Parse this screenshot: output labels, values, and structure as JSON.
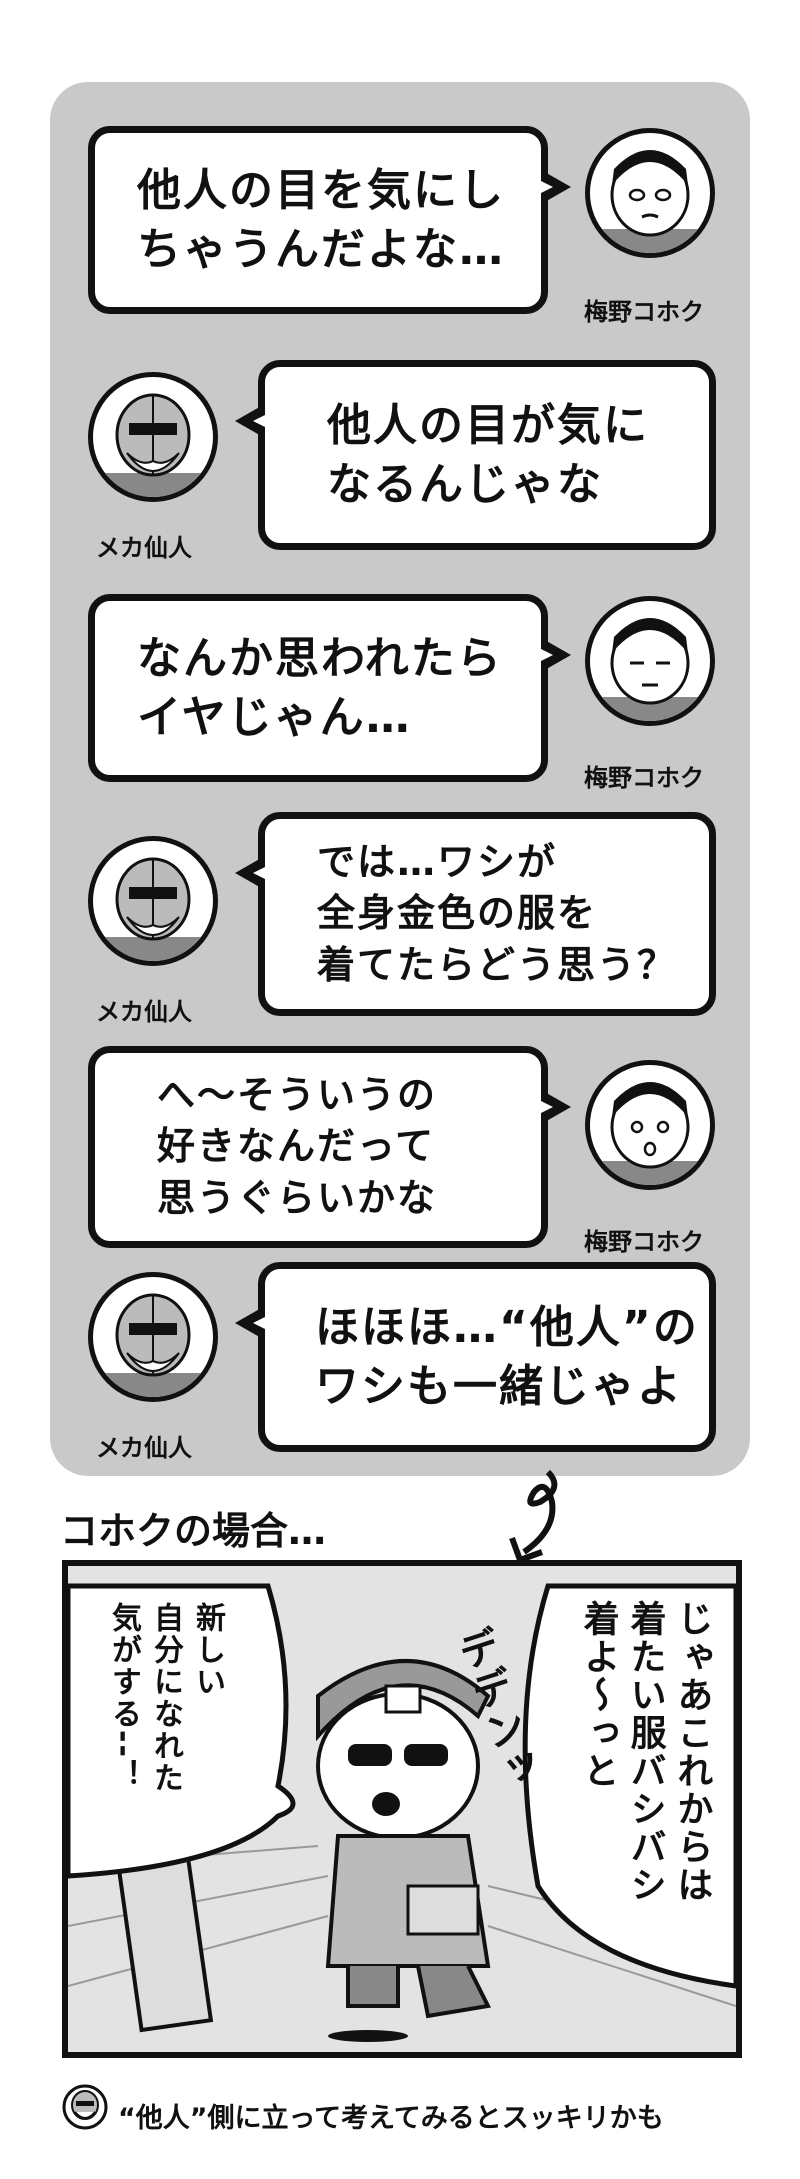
{
  "characters": {
    "kohoku": "梅野コホク",
    "sennin": "メカ仙人"
  },
  "dialogue": [
    {
      "speaker": "梅野コホク",
      "text": "他人の目を気にし\nちゃうんだよな…"
    },
    {
      "speaker": "メカ仙人",
      "text": "他人の目が気に\nなるんじゃな"
    },
    {
      "speaker": "梅野コホク",
      "text": "なんか思われたら\nイヤじゃん…"
    },
    {
      "speaker": "メカ仙人",
      "text": "では…ワシが\n全身金色の服を\n着てたらどう思う？"
    },
    {
      "speaker": "梅野コホク",
      "text": "へ～そういうの\n好きなんだって\n思うぐらいかな"
    },
    {
      "speaker": "メカ仙人",
      "text": "ほほほ…“他人”の\nワシも一緒じゃよ"
    }
  ],
  "section_title": "コホクの場合…",
  "comic": {
    "left_bubble": "新しい\n自分になれた\n気がする--！",
    "right_bubble": "じゃあこれからは\n着たい服バシバシ\n着よ～っと",
    "sfx": "デデンッ"
  },
  "caption": "“他人”側に立って考えてみるとスッキリかも",
  "colors": {
    "panel_bg": "#c9c9c9",
    "ink": "#111111",
    "paper": "#ffffff",
    "comic_bg": "#e3e3e3"
  }
}
